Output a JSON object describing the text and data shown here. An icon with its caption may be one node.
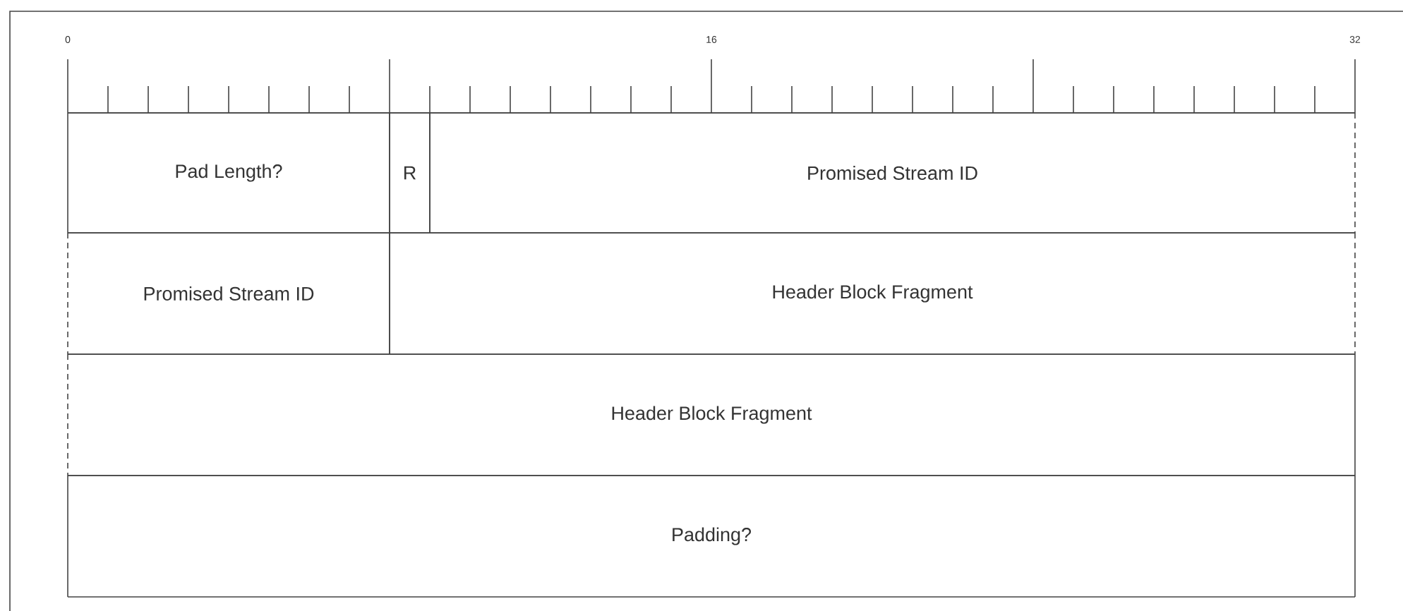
{
  "diagram": {
    "nodes": [
      {
        "text": [
          "Pad Length?"
        ]
      },
      {
        "text": [
          "R"
        ]
      },
      {
        "text": [
          "Promised Stream ID"
        ]
      },
      {
        "text": [
          "Promised Stream ID"
        ]
      },
      {
        "text": [
          "Header Block Fragment"
        ]
      },
      {
        "text": [
          "Header Block Fragment"
        ]
      },
      {
        "text": [
          "Padding?"
        ]
      }
    ],
    "labels": [
      "0",
      "16",
      "32"
    ]
  }
}
